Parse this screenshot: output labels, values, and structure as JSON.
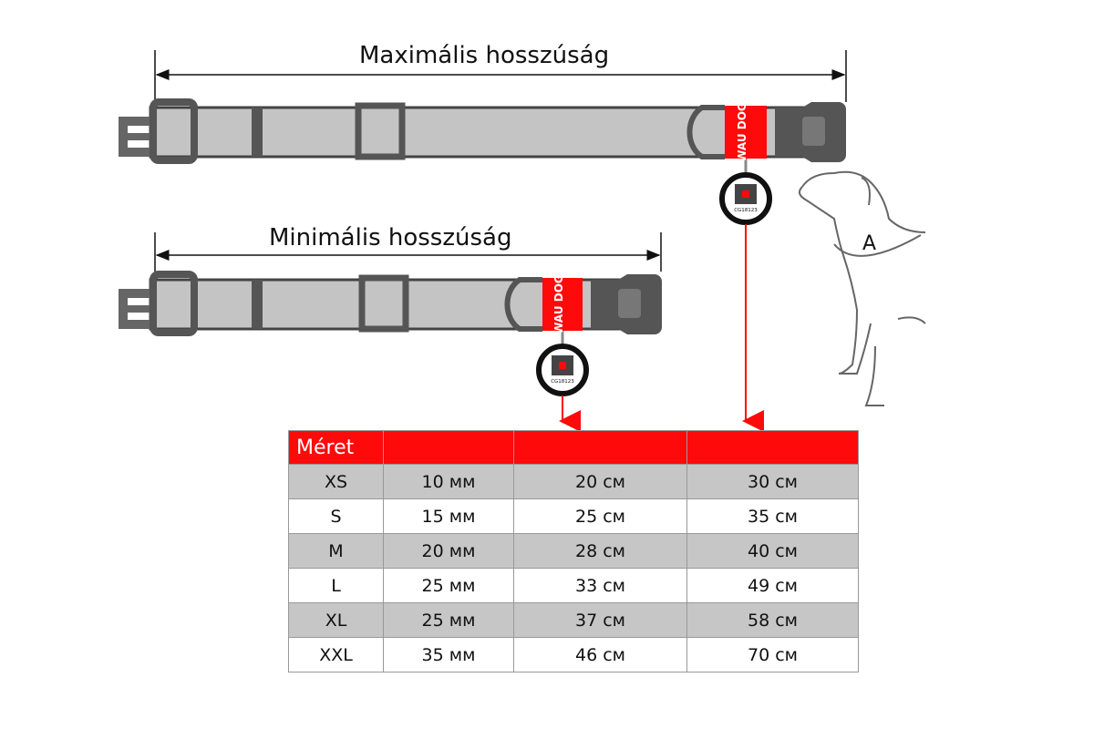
{
  "labels": {
    "max_length": "Maximális hosszúság",
    "min_length": "Minimális hosszúság",
    "neck_marker": "A",
    "brand_line1": "WAU",
    "brand_line2": "DOG",
    "tag_code": "CG18123"
  },
  "table": {
    "header": [
      "Méret",
      "",
      "",
      ""
    ],
    "rows": [
      [
        "XS",
        "10 мм",
        "20 см",
        "30 см"
      ],
      [
        "S",
        "15 мм",
        "25 см",
        "35 см"
      ],
      [
        "M",
        "20 мм",
        "28 см",
        "40 см"
      ],
      [
        "L",
        "25 мм",
        "33 см",
        "49 см"
      ],
      [
        "XL",
        "25 мм",
        "37 см",
        "58 см"
      ],
      [
        "XXL",
        "35 мм",
        "46 см",
        "70 см"
      ]
    ]
  },
  "colors": {
    "accent": "#ff0a0a",
    "strap": "#c4c4c4",
    "hardware": "#555555"
  }
}
